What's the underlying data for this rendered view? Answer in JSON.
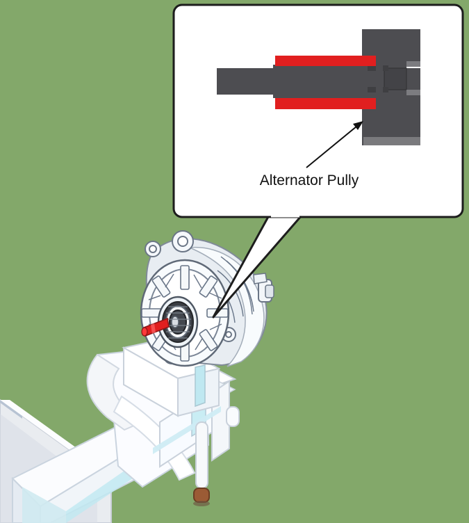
{
  "callout": {
    "label": "Alternator Pully"
  },
  "colors": {
    "background": "#83a86a",
    "highlight": "#e11f1f",
    "dark_part": "#4d4d51",
    "callout_border": "#1d1d1d",
    "vise": "#f2f6fa",
    "vise_accent": "#bfe8f1"
  },
  "parts": [
    "alternator",
    "alternator-pulley",
    "bench-vise",
    "shaft-highlight"
  ]
}
